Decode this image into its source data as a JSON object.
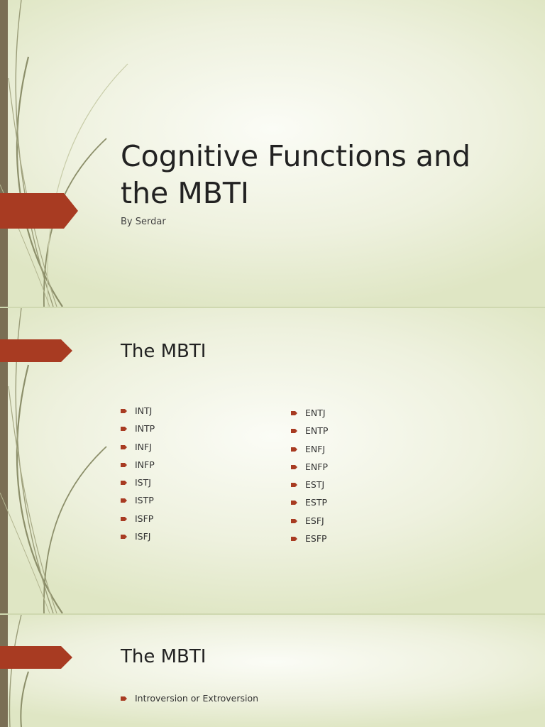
{
  "slides": [
    {
      "title": "Cognitive Functions and the MBTI",
      "subtitle": "By Serdar"
    },
    {
      "title": "The MBTI",
      "left_column": [
        "INTJ",
        "INTP",
        "INFJ",
        "INFP",
        "ISTJ",
        "ISTP",
        "ISFP",
        "ISFJ"
      ],
      "right_column": [
        "ENTJ",
        "ENTP",
        "ENFJ",
        "ENFP",
        "ESTJ",
        "ESTP",
        "ESFJ",
        "ESFP"
      ]
    },
    {
      "title": "The MBTI",
      "bullets": [
        "Introversion or Extroversion"
      ]
    }
  ],
  "colors": {
    "accent": "#a83b22",
    "edge": "#7a6e54",
    "swirl": "#8c8f6a"
  }
}
